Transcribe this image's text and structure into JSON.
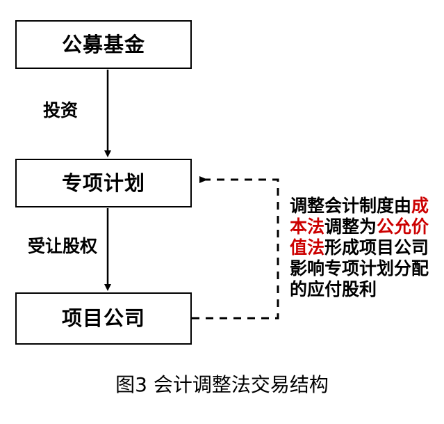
{
  "figure": {
    "caption": "图3 会计调整法交易结构",
    "background_color": "#ffffff",
    "line_color": "#000000",
    "highlight_color": "#CC0000"
  },
  "nodes": [
    {
      "id": "fund",
      "label": "公募基金",
      "name": "node-public-fund"
    },
    {
      "id": "plan",
      "label": "专项计划",
      "name": "node-special-plan"
    },
    {
      "id": "project",
      "label": "项目公司",
      "name": "node-project-company"
    }
  ],
  "edges": [
    {
      "id": "invest",
      "label": "投资",
      "style": "solid",
      "from": "fund",
      "to": "plan"
    },
    {
      "id": "equity",
      "label": "受让股权",
      "style": "solid",
      "from": "plan",
      "to": "project"
    },
    {
      "id": "feedback",
      "label": "",
      "style": "dashed",
      "from": "project",
      "to": "plan"
    }
  ],
  "annotation": {
    "full_text": "调整会计制度由成本法调整为公允价值法形成项目公司影响专项计划分配的应付股利",
    "lines": [
      {
        "segments": [
          {
            "text": "调整会计制度由",
            "highlight": false
          },
          {
            "text": "成",
            "highlight": true
          }
        ]
      },
      {
        "segments": [
          {
            "text": "本法",
            "highlight": true
          },
          {
            "text": "调整为",
            "highlight": false
          },
          {
            "text": "公允价",
            "highlight": true
          }
        ]
      },
      {
        "segments": [
          {
            "text": "值法",
            "highlight": true
          },
          {
            "text": "形成项目公司",
            "highlight": false
          }
        ]
      },
      {
        "segments": [
          {
            "text": "影响专项计划分配",
            "highlight": false
          }
        ]
      },
      {
        "segments": [
          {
            "text": "的应付股利",
            "highlight": false
          }
        ]
      }
    ]
  }
}
